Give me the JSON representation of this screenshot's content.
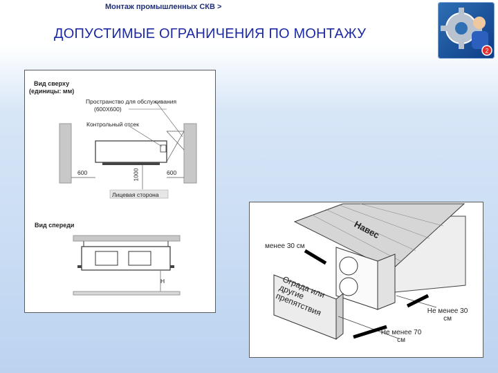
{
  "header": {
    "breadcrumb": "Монтаж промышленных СКВ >",
    "title": "ДОПУСТИМЫЕ ОГРАНИЧЕНИЯ ПО МОНТАЖУ",
    "logo_badge": "2"
  },
  "top_view": {
    "title_line1": "Вид сверху",
    "title_line2": "(единицы: мм)",
    "service_space_line1": "Пространство для обслуживания",
    "service_space_line2": "(600X600)",
    "control_box": "Контрольный отсек",
    "dim_left": "600",
    "dim_right": "600",
    "dim_front": "1000",
    "front_side": "Лицевая сторона"
  },
  "front_view": {
    "title": "Вид спереди",
    "h_label": "H"
  },
  "outdoor_scene": {
    "canopy": "Навес",
    "top_clearance": "менее 30 см",
    "fence": "Ограда или другие препятствия",
    "right_clearance": "Не менее 30 см",
    "front_clearance": "Не менее 70 см"
  },
  "colors": {
    "title": "#1b2aa3",
    "breadcrumb": "#1f2f7a"
  }
}
